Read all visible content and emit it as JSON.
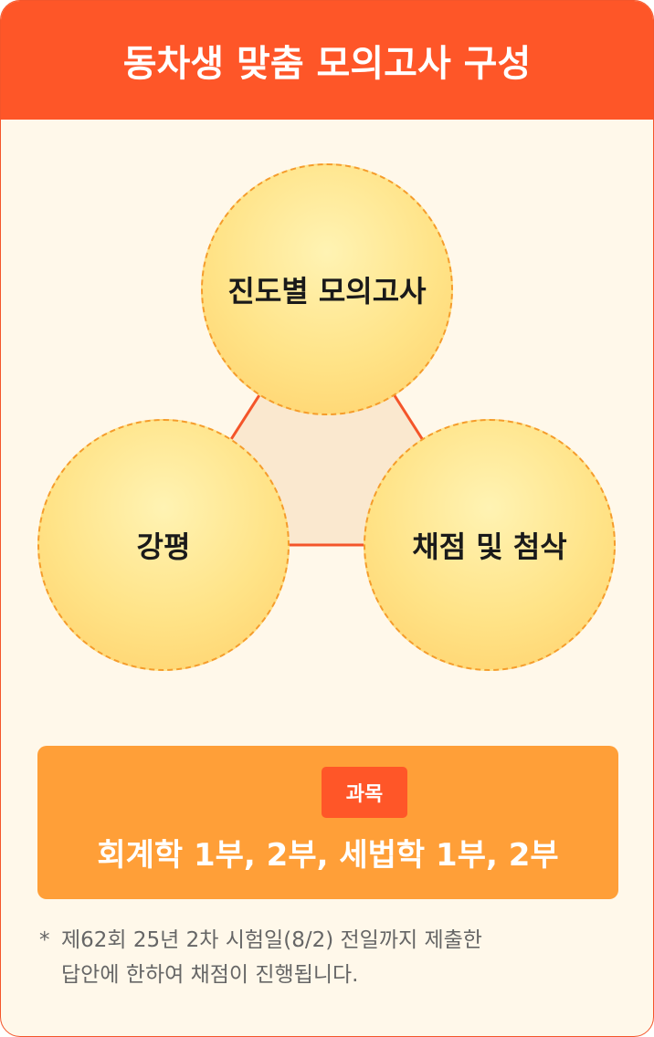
{
  "header": {
    "title": "동차생 맞춤 모의고사 구성"
  },
  "diagram": {
    "circles": [
      {
        "label": "진도별 모의고사"
      },
      {
        "label": "강평"
      },
      {
        "label": "채점 및 첨삭"
      }
    ]
  },
  "subject": {
    "tag": "과목",
    "text": "회계학 1부, 2부, 세법학 1부, 2부"
  },
  "note": {
    "marker": "*",
    "line1": "제62회 25년 2차 시험일(8/2) 전일까지 제출한",
    "line2": "답안에 한하여 채점이 진행됩니다."
  },
  "colors": {
    "header": "#fe5628",
    "background": "#fff8ea",
    "subject_box": "#ff9f38",
    "tag": "#ff5628",
    "triangle_stroke": "#f4552a",
    "circle_border": "#f59c2b"
  }
}
